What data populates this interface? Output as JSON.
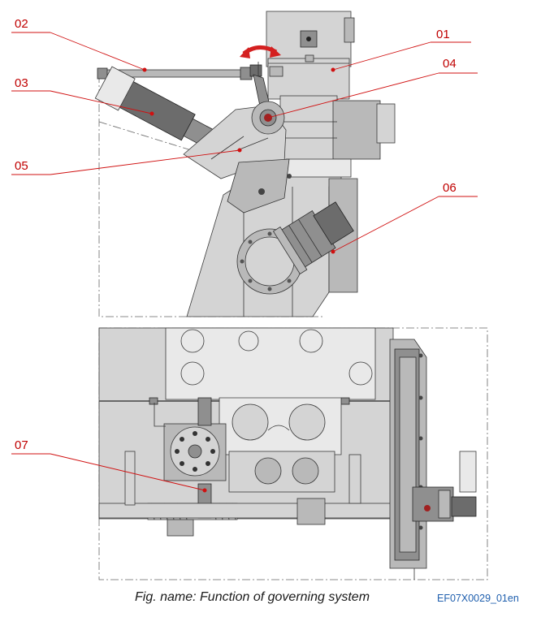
{
  "callouts": [
    {
      "id": "label-01",
      "text": "01"
    },
    {
      "id": "label-02",
      "text": "02"
    },
    {
      "id": "label-03",
      "text": "03"
    },
    {
      "id": "label-04",
      "text": "04"
    },
    {
      "id": "label-05",
      "text": "05"
    },
    {
      "id": "label-06",
      "text": "06"
    },
    {
      "id": "label-07",
      "text": "07"
    }
  ],
  "caption": "Fig. name: Function of governing system",
  "document_id": "EF07X0029_01en",
  "colors": {
    "callout": "#c00000",
    "leader": "#d01010",
    "arrow": "#d42020",
    "document_id": "#1f5fae"
  }
}
